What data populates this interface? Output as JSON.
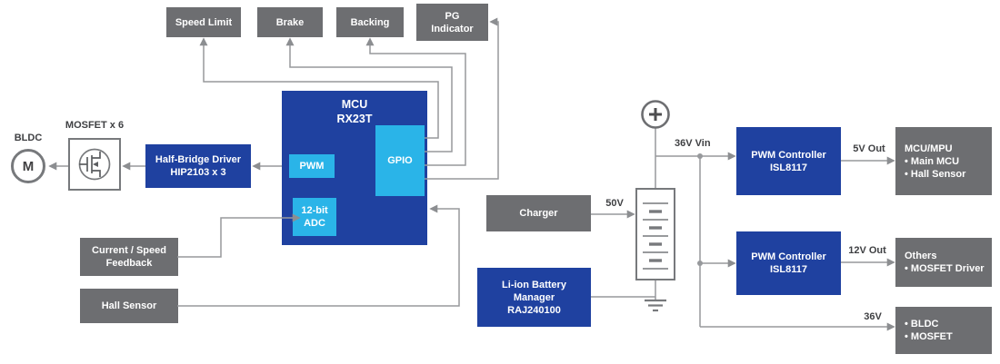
{
  "colors": {
    "blue": "#1f41a0",
    "cyan": "#2ab4e8",
    "gray_box": "#6d6e71",
    "line": "#97999c",
    "dark_text": "#3f4043"
  },
  "motor": {
    "label": "BLDC",
    "symbol": "M"
  },
  "mosfet_label": "MOSFET x 6",
  "half_bridge": {
    "line1": "Half-Bridge Driver",
    "line2": "HIP2103 x 3"
  },
  "mcu": {
    "title": "MCU",
    "part": "RX23T",
    "pwm": "PWM",
    "gpio": "GPIO",
    "adc1": "12-bit",
    "adc2": "ADC"
  },
  "top_outputs": [
    "Speed Limit",
    "Brake",
    "Backing",
    "PG Indicator"
  ],
  "feedback": {
    "current_speed": "Current / Speed Feedback",
    "hall": "Hall Sensor"
  },
  "charger_label": "Charger",
  "charger_voltage": "50V",
  "battery_manager": {
    "line1": "Li-ion Battery",
    "line2": "Manager",
    "line3": "RAJ240100"
  },
  "vin_label": "36V Vin",
  "rail_5v": {
    "ctrl1": "PWM Controller",
    "ctrl2": "ISL8117",
    "out": "5V Out",
    "title": "MCU/MPU",
    "items": [
      "• Main MCU",
      "• Hall Sensor"
    ]
  },
  "rail_12v": {
    "ctrl1": "PWM Controller",
    "ctrl2": "ISL8117",
    "out": "12V Out",
    "title": "Others",
    "items": [
      "• MOSFET Driver"
    ]
  },
  "rail_36v": {
    "out": "36V",
    "items": [
      "• BLDC",
      "• MOSFET"
    ]
  }
}
